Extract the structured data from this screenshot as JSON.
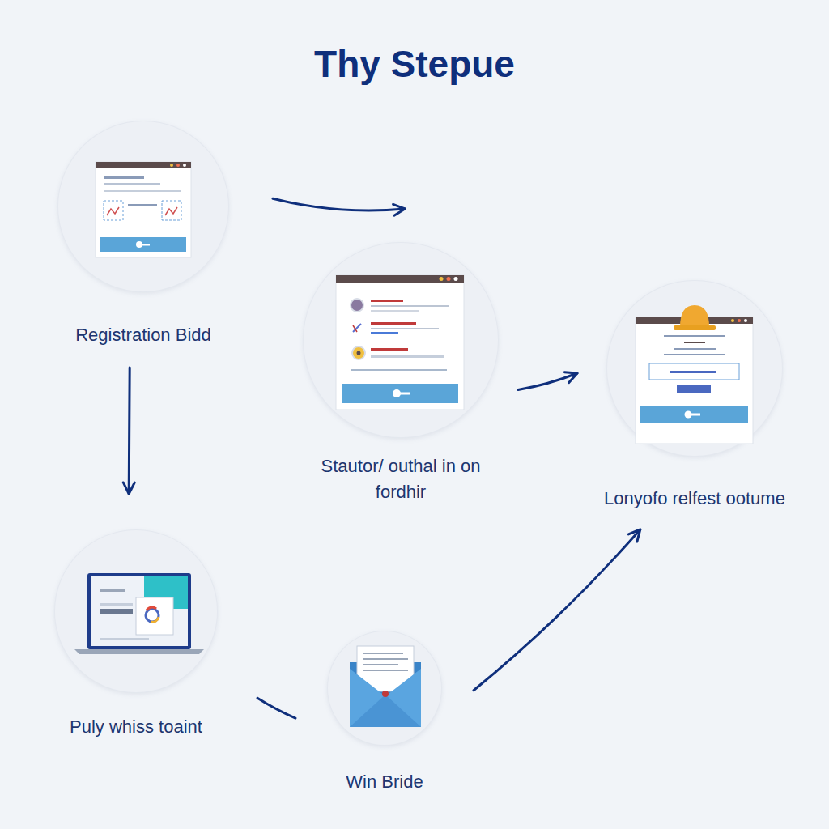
{
  "diagram": {
    "title": "Thy Stepue",
    "nodes": [
      {
        "text": [
          "Registration Bidd"
        ]
      },
      {
        "text": [
          "Stautor/ outhal in on fordhir"
        ]
      },
      {
        "text": [
          "Lonyofo relfest ootume"
        ]
      },
      {
        "text": [
          "Puly whiss toaint"
        ]
      },
      {
        "text": [
          "Win Bride"
        ]
      }
    ],
    "edges": [
      {
        "from": 0,
        "to": 1,
        "arrow": "to"
      },
      {
        "from": 1,
        "to": 2,
        "arrow": "to"
      },
      {
        "from": 0,
        "to": 3,
        "arrow": "to"
      },
      {
        "from": 3,
        "to": 4,
        "arrow": "none"
      },
      {
        "from": 4,
        "to": 2,
        "arrow": "to"
      }
    ]
  }
}
